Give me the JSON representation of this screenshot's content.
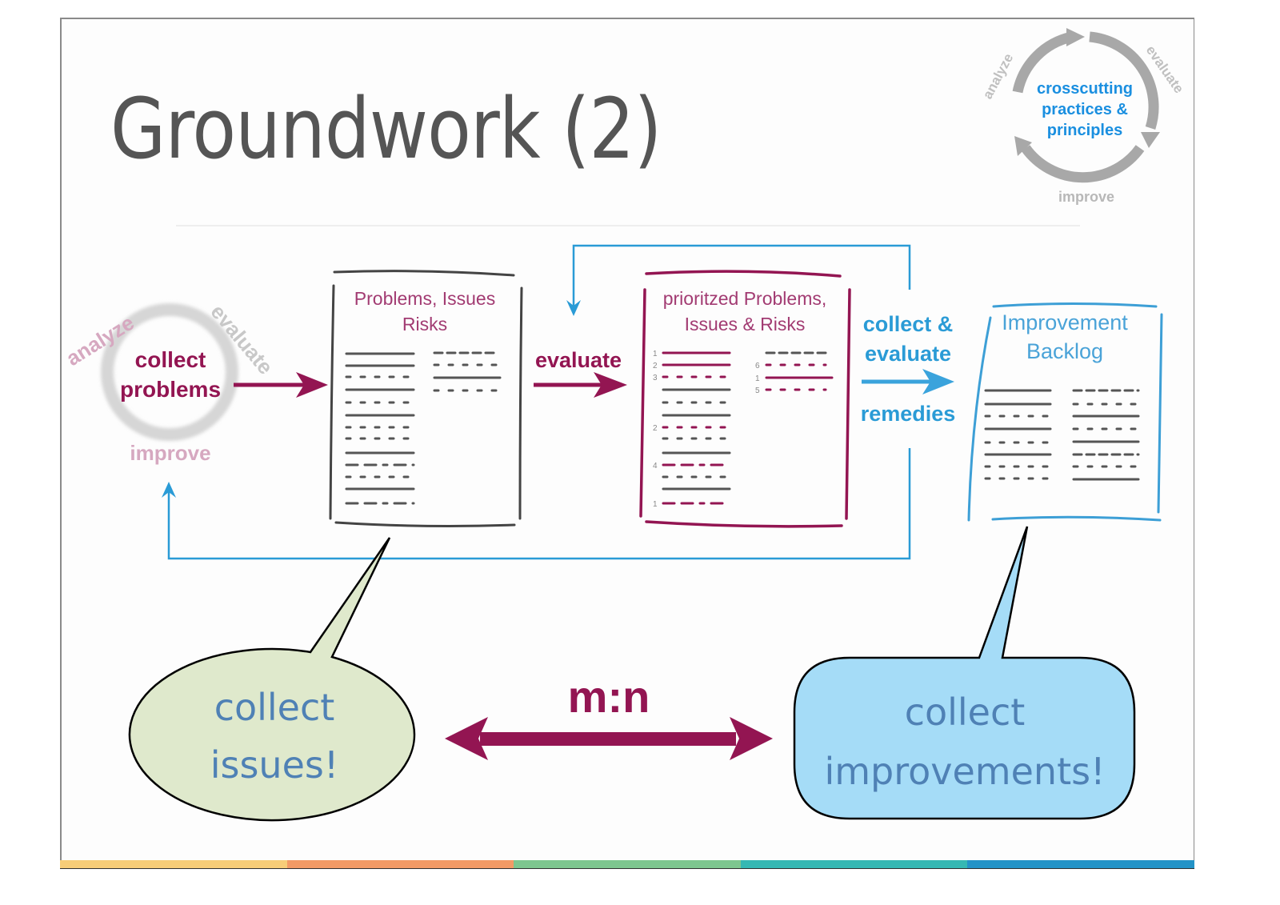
{
  "slide": {
    "title": "Groundwork (2)",
    "colors": {
      "magenta": "#931552",
      "blue": "#2a9bd6",
      "gray_text": "#555555",
      "cycle_gray": "#a8a8a8",
      "bubble_green": "#dfe9cc",
      "bubble_blue": "#a5dcf7",
      "bubble_text": "#4f81b5"
    },
    "color_bar": [
      "#f7cd78",
      "#f29a66",
      "#7dc68f",
      "#35b8b3",
      "#2393c7"
    ]
  },
  "badge": {
    "center_lines": [
      "crosscutting",
      "practices &",
      "principles"
    ],
    "analyze": "analyze",
    "evaluate": "evaluate",
    "improve": "improve"
  },
  "cycle": {
    "center_lines": [
      "collect",
      "problems"
    ],
    "analyze": "analyze",
    "evaluate": "evaluate",
    "improve": "improve"
  },
  "doc1": {
    "title_lines": [
      "Problems, Issues",
      "Risks"
    ]
  },
  "arrow1": {
    "label": "evaluate"
  },
  "doc2": {
    "title_lines": [
      "prioritzed Problems,",
      "Issues & Risks"
    ],
    "left_numbers": [
      "1",
      "2",
      "3",
      "2",
      "4",
      "1"
    ],
    "right_numbers": [
      "6",
      "1",
      "5"
    ]
  },
  "arrow2": {
    "label_top_lines": [
      "collect &",
      "evaluate"
    ],
    "label_bottom": "remedies"
  },
  "doc3": {
    "title_lines": [
      "Improvement",
      "Backlog"
    ]
  },
  "bubble_left": {
    "lines": [
      "collect",
      "issues!"
    ]
  },
  "bubble_right": {
    "lines": [
      "collect",
      "improvements!"
    ]
  },
  "relation": {
    "label": "m:n"
  }
}
